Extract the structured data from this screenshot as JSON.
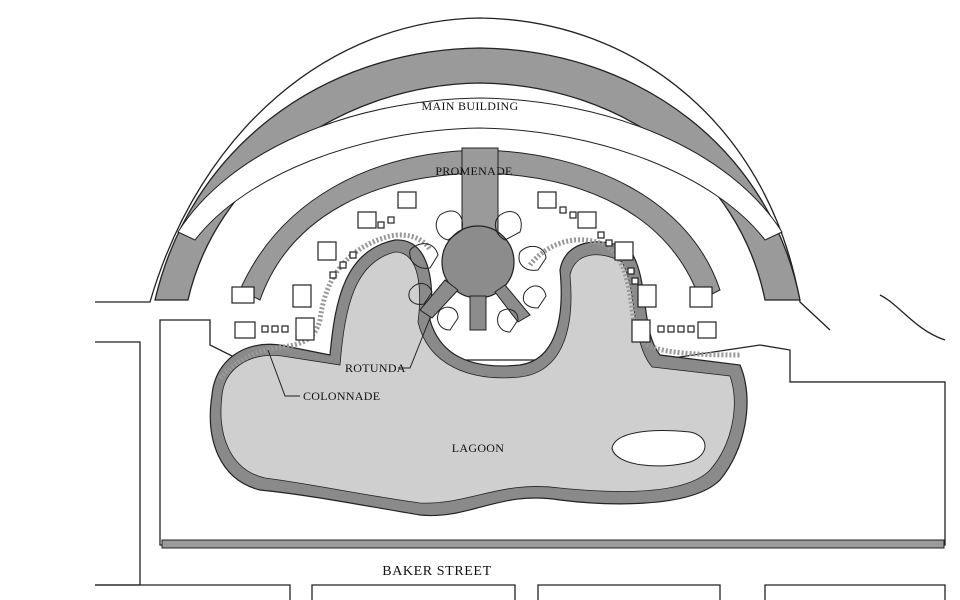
{
  "map": {
    "labels": {
      "main_building": "MAIN BUILDING",
      "promenade": "PROMENADE",
      "rotunda": "ROTUNDA",
      "colonnade": "COLONNADE",
      "lagoon": "LAGOON",
      "street": "BAKER STREET"
    },
    "colors": {
      "background": "#ffffff",
      "ground": "#ffffff",
      "water": "#cfcfcf",
      "water_edge": "#8a8a8a",
      "building": "#9a9a9a",
      "rotunda": "#8c8c8c",
      "line": "#222222",
      "colonnade_dots": "#999999"
    }
  }
}
